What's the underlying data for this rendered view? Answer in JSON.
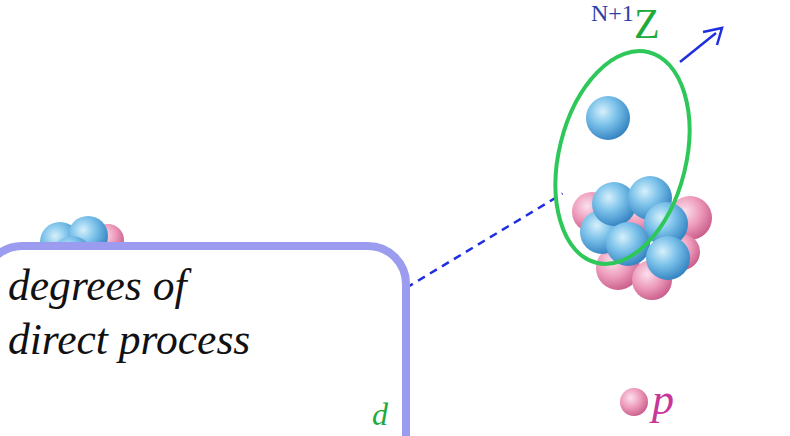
{
  "diagram": {
    "nodes": [
      {
        "text": [
          "N+1",
          "Z"
        ]
      },
      {
        "text": [
          "degrees of",
          "direct process"
        ]
      }
    ],
    "edges": [
      {
        "from": 1,
        "to": 0,
        "arrow": "none"
      }
    ],
    "labels": [
      "d",
      "p"
    ]
  }
}
